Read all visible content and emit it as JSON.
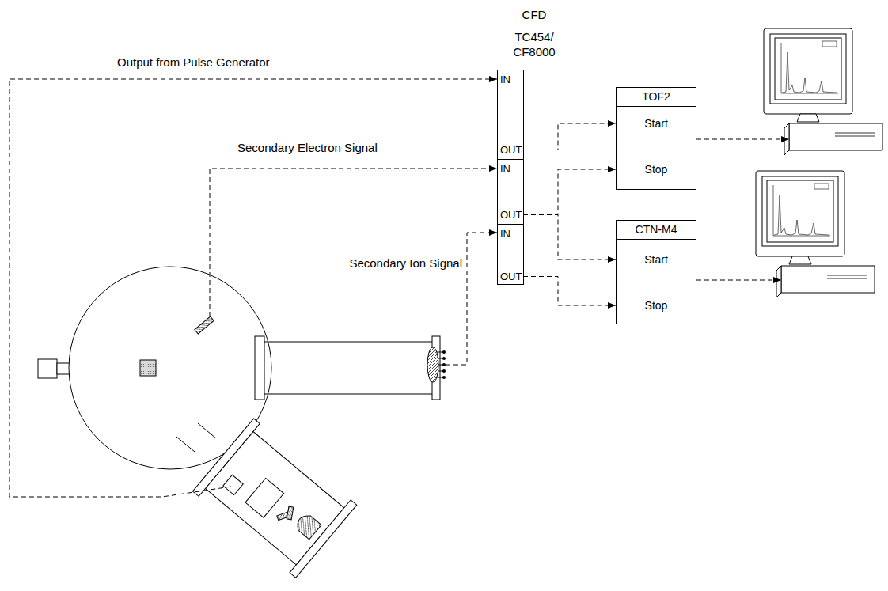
{
  "diagram": {
    "nodes": [
      {
        "text": [
          "CFD",
          "TC454/ CF8000"
        ]
      },
      {
        "text": [
          "IN",
          "OUT"
        ],
        "in": 0
      },
      {
        "text": [
          "IN",
          "OUT"
        ],
        "in": 0
      },
      {
        "text": [
          "IN",
          "OUT"
        ],
        "in": 0
      },
      {
        "text": [
          "TOF2",
          "Start",
          "Stop"
        ]
      },
      {
        "text": [
          "CTN-M4",
          "Start",
          "Stop"
        ]
      }
    ],
    "edges": [
      {
        "from": 1,
        "to": 4,
        "arrow": "to"
      },
      {
        "from": 2,
        "to": 4,
        "arrow": "to"
      },
      {
        "from": 2,
        "to": 5,
        "arrow": "to"
      },
      {
        "from": 3,
        "to": 5,
        "arrow": "to"
      }
    ],
    "labels": [
      "Output from Pulse Generator",
      "Secondary Electron Signal",
      "Secondary Ion Signal"
    ]
  }
}
